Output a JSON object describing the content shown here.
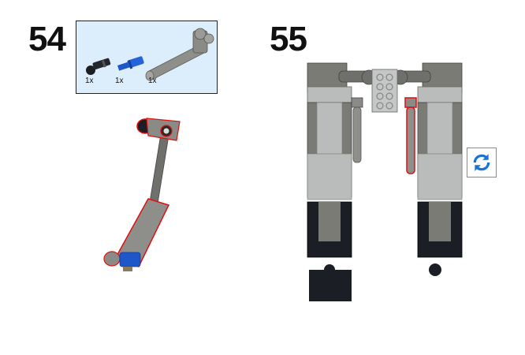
{
  "steps": [
    {
      "number": "54",
      "parts": [
        {
          "name": "black-ball-joint-pin",
          "quantity": "1x",
          "color": "#1b1f25"
        },
        {
          "name": "blue-axle-pin",
          "quantity": "1x",
          "color": "#1f56c8"
        },
        {
          "name": "gray-shock-absorber-cylinder",
          "quantity": "1x",
          "color": "#8e8e8a"
        }
      ]
    },
    {
      "number": "55"
    }
  ],
  "controls": {
    "rotate_icon": "refresh-icon",
    "rotate_color": "#1c73d4"
  },
  "colors": {
    "parts_box_bg": "#dceefb",
    "highlight_outline": "#e01010",
    "dark_gray": "#6f706b",
    "light_gray": "#b9bcbb",
    "black_part": "#1b1f25"
  }
}
